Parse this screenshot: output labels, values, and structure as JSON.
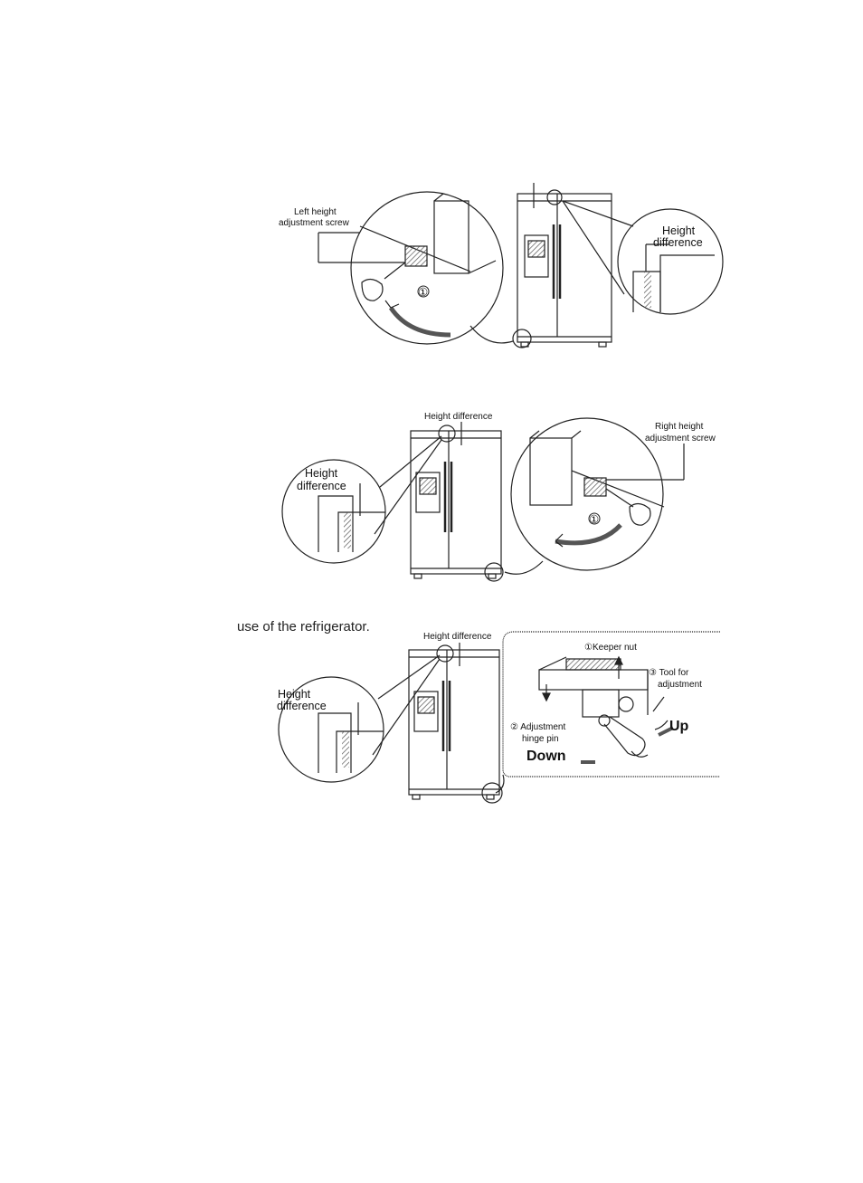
{
  "caption": "use of the refrigerator.",
  "fig1": {
    "left_screw": "Left height",
    "left_screw_2": "adjustment screw",
    "height": "Height",
    "difference": "difference",
    "step": "①"
  },
  "fig2": {
    "height_difference": "Height difference",
    "right_screw": "Right height",
    "right_screw_2": "adjustment screw",
    "height": "Height",
    "difference": "difference",
    "step": "①"
  },
  "fig3": {
    "height_difference": "Height difference",
    "height": "Height",
    "difference": "difference",
    "keeper_nut": "①Keeper nut",
    "tool_1": "③ Tool for",
    "tool_2": "adjustment",
    "hinge_1": "② Adjustment",
    "hinge_2": "hinge pin",
    "up": "Up",
    "down": "Down"
  }
}
